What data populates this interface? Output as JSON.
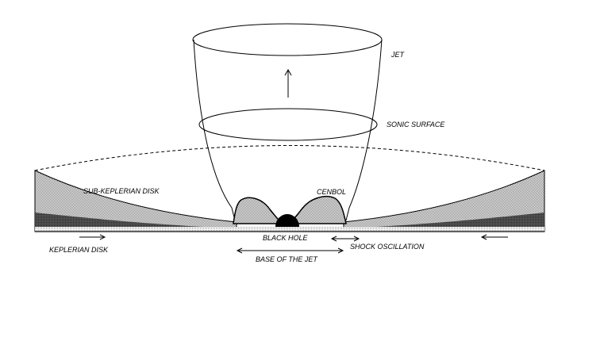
{
  "labels": {
    "jet": "JET",
    "sonic_surface": "SONIC SURFACE",
    "sub_keplerian_disk": "SUB-KEPLERIAN DISK",
    "cenbol": "CENBOL",
    "black_hole": "BLACK HOLE",
    "shock_oscillation": "SHOCK OSCILLATION",
    "keplerian_disk": "KEPLERIAN DISK",
    "base_of_the_jet": "BASE OF THE JET"
  },
  "colors": {
    "line": "#000000",
    "sub_keplerian_fill": "#a6a6a6",
    "keplerian_fill": "#555555",
    "black_hole": "#000000",
    "background": "#ffffff"
  }
}
